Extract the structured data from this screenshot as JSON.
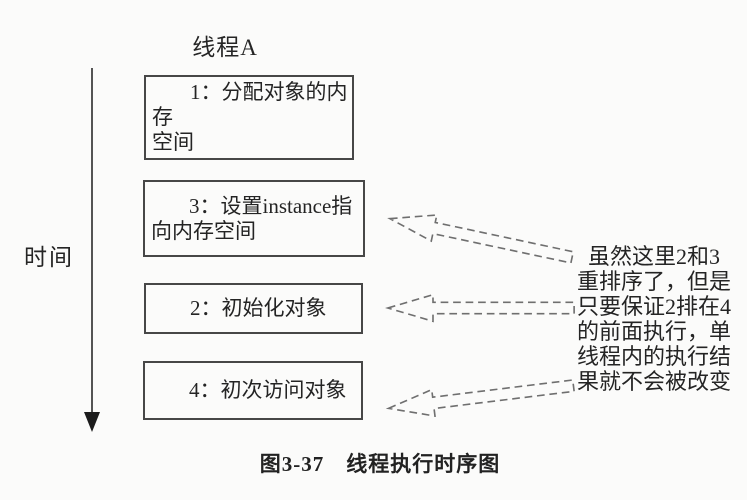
{
  "figure": {
    "thread_label": "线程A",
    "time_axis_label": "时间",
    "steps": [
      {
        "name": "step-1-allocate-memory",
        "lines": [
          "1：分配对象的内存",
          "空间"
        ]
      },
      {
        "name": "step-3-set-instance",
        "lines": [
          "3：设置instance指",
          "向内存空间"
        ]
      },
      {
        "name": "step-2-init-object",
        "lines": [
          "2：初始化对象"
        ]
      },
      {
        "name": "step-4-first-access",
        "lines": [
          "4：初次访问对象"
        ]
      }
    ],
    "annotation": {
      "lines": [
        "虽然这里2和3",
        "重排序了，但是",
        "只要保证2排在4",
        "的前面执行，单",
        "线程内的执行结",
        "果就不会被改变"
      ]
    },
    "caption": "图3-37　线程执行时序图",
    "icons": {
      "time_axis": "down-arrow",
      "annotation_pointer": "dashed-left-block-arrow"
    },
    "colors": {
      "background": "#fbfbfa",
      "text": "#242424",
      "box_border": "#474747",
      "dashed_arrow": "#6f6f6f",
      "time_axis": "#2b2b2b"
    }
  }
}
